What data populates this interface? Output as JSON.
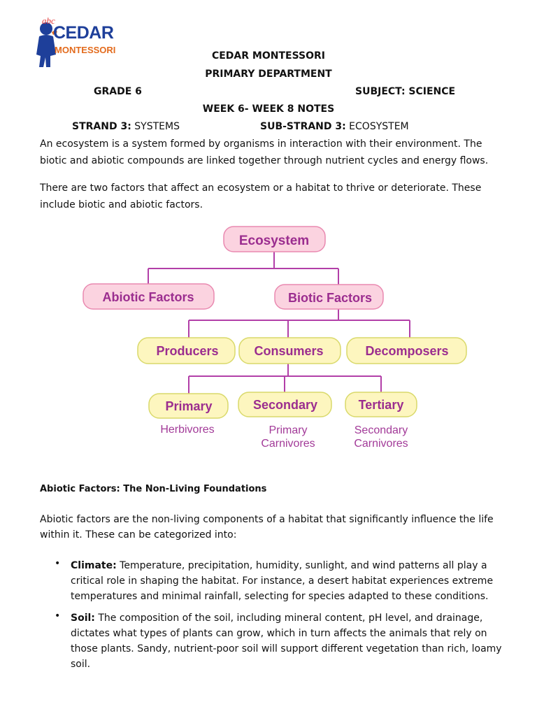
{
  "logo": {
    "abc": "abc",
    "name_line1": "CEDAR",
    "name_line2": "MONTESSORI",
    "colors": {
      "primary": "#1e3f9a",
      "accent": "#e36b1d"
    }
  },
  "header": {
    "school": "CEDAR MONTESSORI",
    "department": "PRIMARY DEPARTMENT",
    "grade": "GRADE 6",
    "subject": "SUBJECT: SCIENCE",
    "week": "WEEK 6- WEEK 8 NOTES",
    "strand_label": "STRAND 3:",
    "strand_value": " SYSTEMS",
    "substrand_label": "SUB-STRAND 3:",
    "substrand_value": " ECOSYSTEM"
  },
  "intro": {
    "p1": "An ecosystem is a system formed by organisms in interaction with their environment. The biotic and abiotic compounds are linked together through nutrient cycles and energy flows.",
    "p2": "There are two factors that affect an ecosystem or a habitat to thrive or deteriorate. These include biotic and abiotic factors."
  },
  "diagram": {
    "colors": {
      "line": "#b23fa8",
      "pink_fill": "#fbd3e0",
      "pink_border": "#e989b0",
      "yellow_fill": "#fdf6bf",
      "yellow_border": "#d9d96a",
      "text": "#9b2d8f",
      "sub_text": "#a23a98"
    },
    "root": "Ecosystem",
    "abiotic": "Abiotic Factors",
    "biotic": "Biotic Factors",
    "producers": "Producers",
    "consumers": "Consumers",
    "decomposers": "Decomposers",
    "primary": "Primary",
    "secondary": "Secondary",
    "tertiary": "Tertiary",
    "primary_sub": "Herbivores",
    "secondary_sub_1": "Primary",
    "secondary_sub_2": "Carnivores",
    "tertiary_sub_1": "Secondary",
    "tertiary_sub_2": "Carnivores"
  },
  "section": {
    "heading": "Abiotic Factors: The Non-Living Foundations",
    "intro": "Abiotic factors are the non-living components of a habitat that significantly influence the life within it. These can be categorized into:",
    "items": [
      {
        "term": "Climate:",
        "text": " Temperature, precipitation, humidity, sunlight, and wind patterns all play a critical role in shaping the habitat. For instance, a desert habitat experiences extreme temperatures and minimal rainfall, selecting for species adapted to these conditions."
      },
      {
        "term": "Soil:",
        "text": " The composition of the soil, including mineral content, pH level, and drainage, dictates what types of plants can grow, which in turn affects the animals that rely on those plants. Sandy, nutrient-poor soil will support different vegetation than rich, loamy soil."
      }
    ]
  }
}
